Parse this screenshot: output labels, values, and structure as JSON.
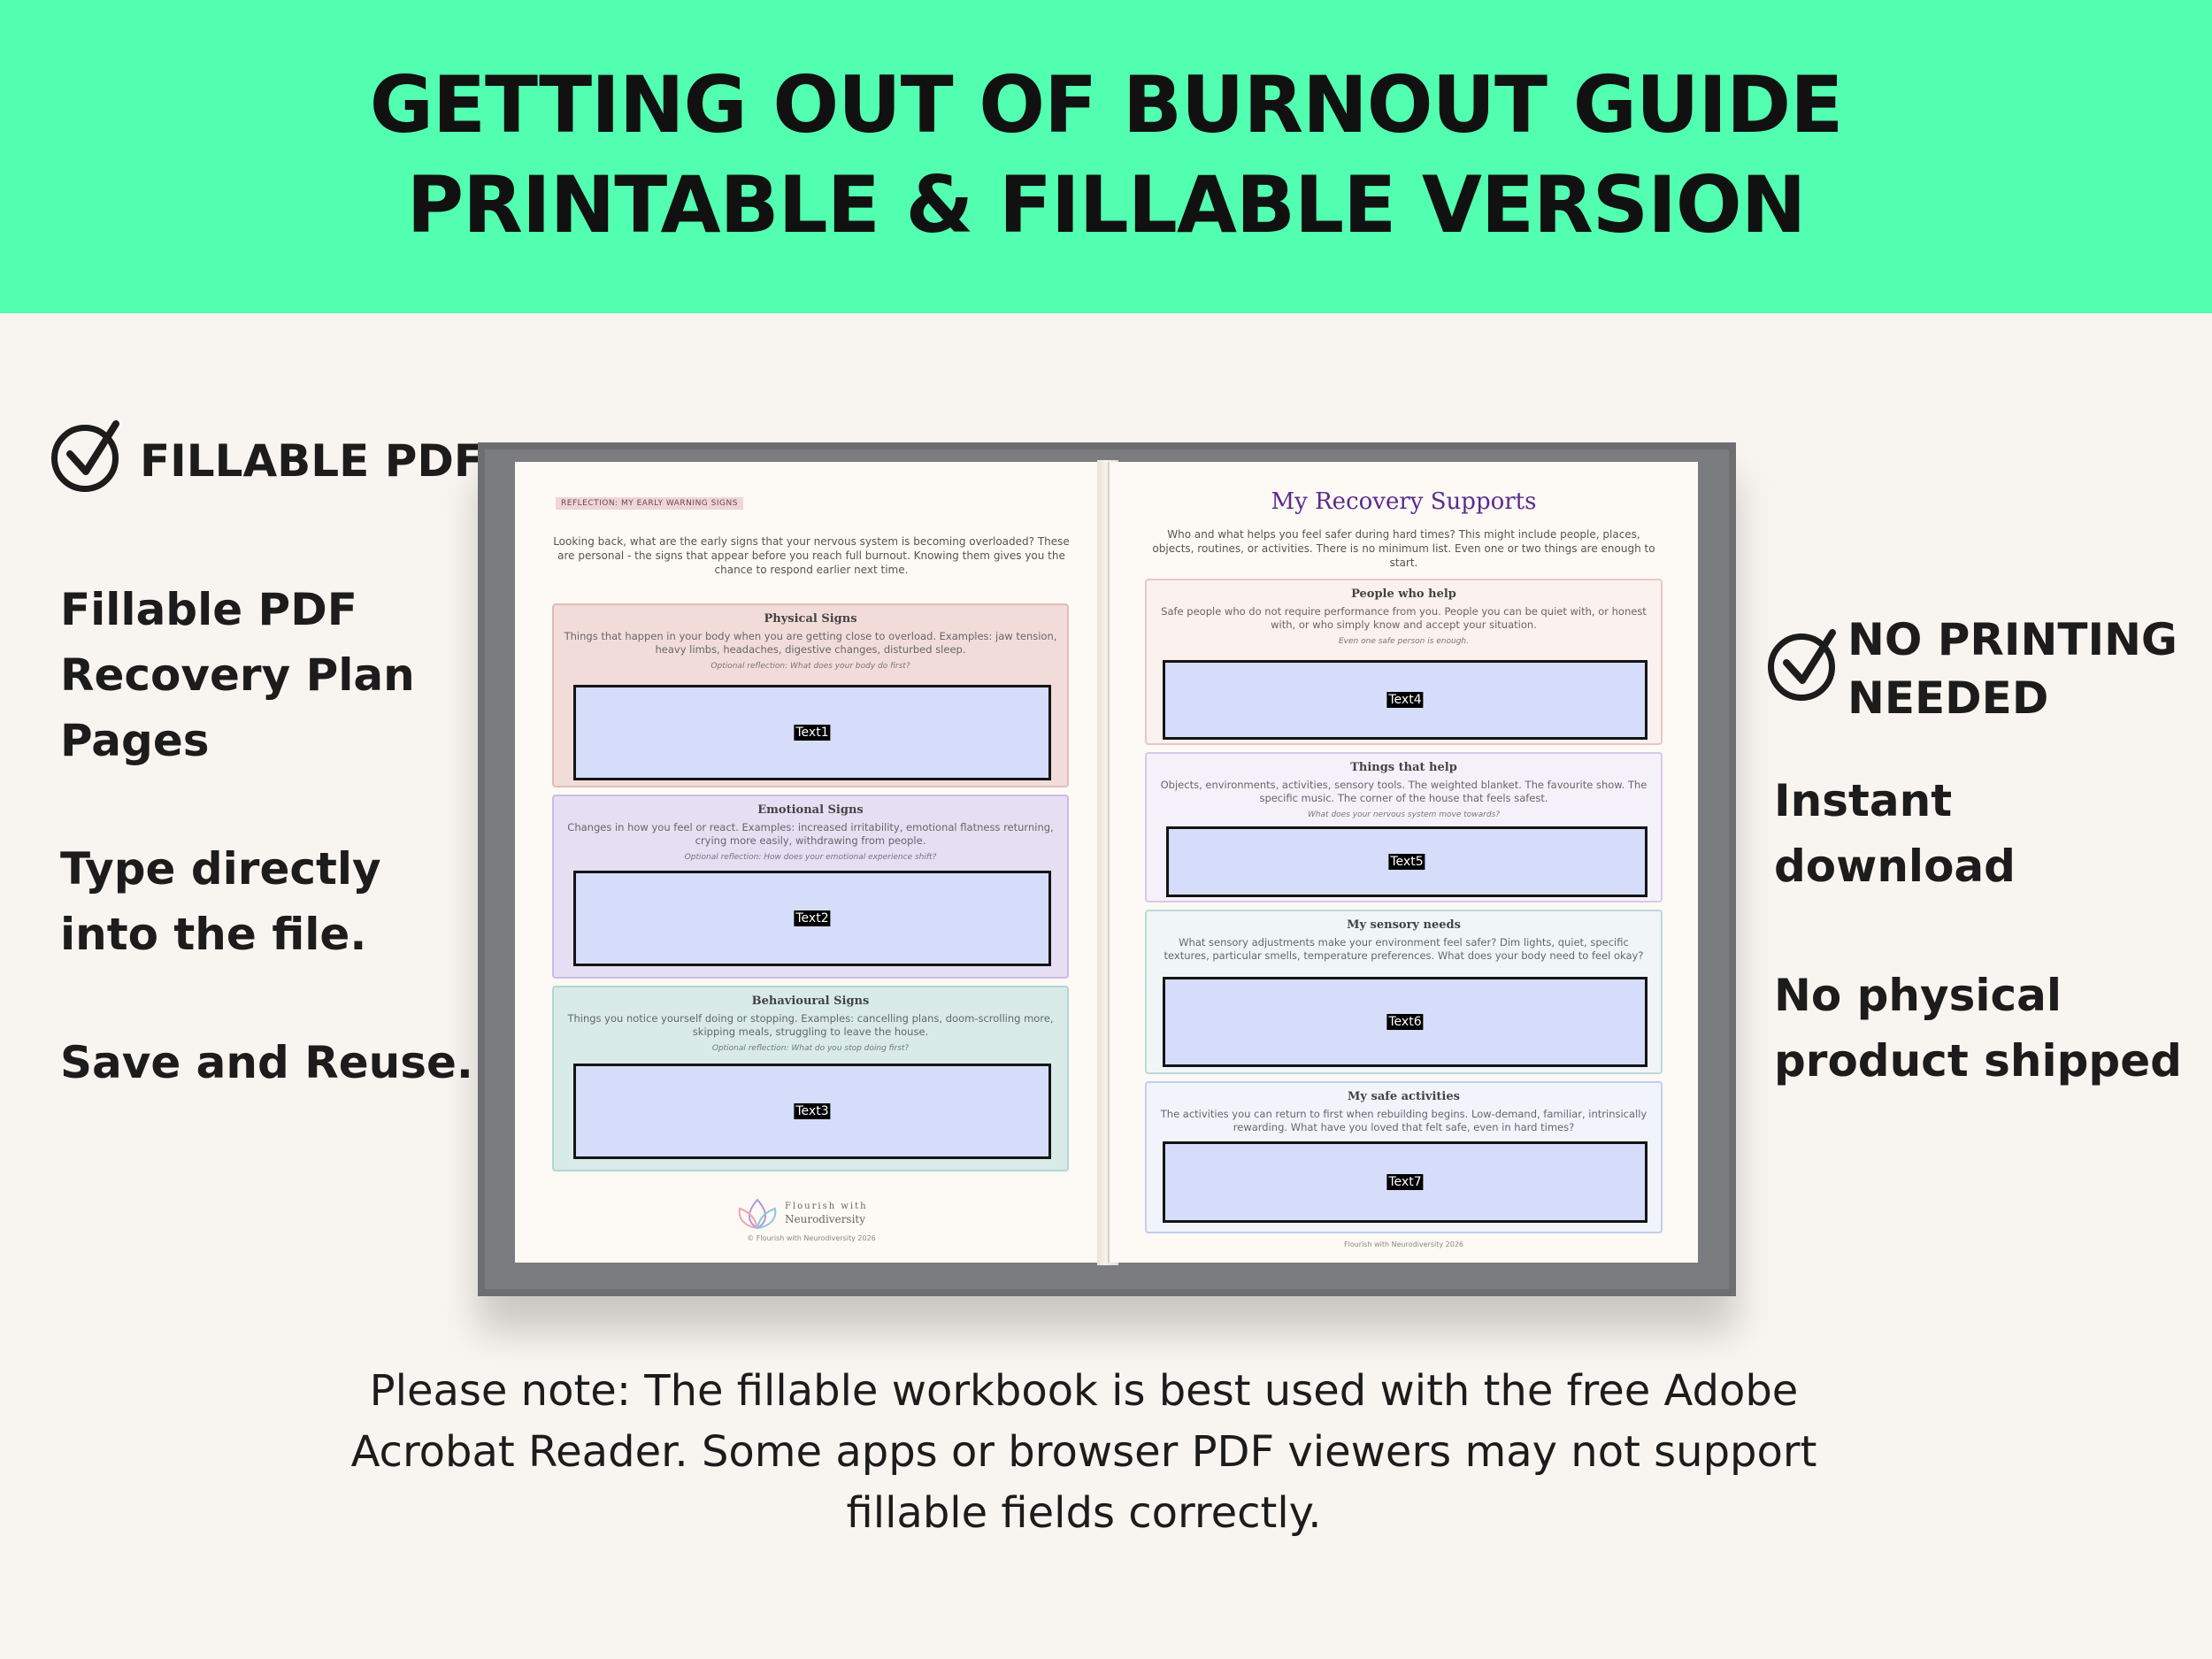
{
  "banner": {
    "line1": "GETTING OUT OF BURNOUT GUIDE",
    "line2": "PRINTABLE & FILLABLE VERSION"
  },
  "left": {
    "heading": "FILLABLE PDF",
    "items": [
      [
        "Fillable PDF",
        "Recovery Plan",
        "Pages"
      ],
      [
        "Type directly",
        "into the file."
      ],
      [
        "Save and Reuse."
      ]
    ]
  },
  "right": {
    "heading": [
      "NO PRINTING",
      "NEEDED"
    ],
    "items": [
      [
        "Instant",
        "download"
      ],
      [
        "No physical",
        "product shipped"
      ]
    ]
  },
  "note": [
    "Please note: The fillable workbook is best used with the free Adobe",
    "Acrobat Reader. Some apps or browser PDF viewers may not support",
    "fillable fields correctly."
  ],
  "left_page": {
    "tag": "REFLECTION: MY EARLY WARNING SIGNS",
    "intro": "Looking back, what are the early signs that your nervous system is becoming overloaded? These are personal - the signs that appear before you reach full burnout. Knowing them gives you the chance to respond earlier next time.",
    "sections": [
      {
        "title": "Physical Signs",
        "desc": "Things that happen in your body when you are getting close to overload. Examples: jaw tension, heavy limbs, headaches, digestive changes, disturbed sleep.",
        "question": "Optional reflection: What does your body do first?",
        "field": "Text1",
        "color": "#f2dcda",
        "border": "#e2bcbc"
      },
      {
        "title": "Emotional Signs",
        "desc": "Changes in how you feel or react. Examples: increased irritability, emotional flatness returning, crying more easily, withdrawing from people.",
        "question": "Optional reflection: How does your emotional experience shift?",
        "field": "Text2",
        "color": "#e6def3",
        "border": "#cbbde6"
      },
      {
        "title": "Behavioural Signs",
        "desc": "Things you notice yourself doing or stopping. Examples: cancelling plans, doom-scrolling more, skipping meals, struggling to leave the house.",
        "question": "Optional reflection: What do you stop doing first?",
        "field": "Text3",
        "color": "#d8ebe9",
        "border": "#b4d6d2"
      }
    ],
    "logo": [
      "Flourish with",
      "Neurodiversity"
    ],
    "footer": "© Flourish with Neurodiversity 2026"
  },
  "right_page": {
    "title": "My Recovery Supports",
    "intro": "Who and what helps you feel safer during hard times? This might include people, places, objects, routines, or activities. There is no minimum list. Even one or two things are enough to start.",
    "sections": [
      {
        "title": "People who help",
        "desc": "Safe people who do not require performance from you. People you can be quiet with, or honest with, or who simply know and accept your situation.",
        "question": "Even one safe person is enough.",
        "field": "Text4",
        "color": "#fbf1ef",
        "border": "#ecc6c4"
      },
      {
        "title": "Things that help",
        "desc": "Objects, environments, activities, sensory tools. The weighted blanket. The favourite show. The specific music. The corner of the house that feels safest.",
        "question": "What does your nervous system move towards?",
        "field": "Text5",
        "color": "#f5f1fa",
        "border": "#d6c9ec"
      },
      {
        "title": "My sensory needs",
        "desc": "What sensory adjustments make your environment feel safer? Dim lights, quiet, specific textures, particular smells, temperature preferences. What does your body need to feel okay?",
        "question": "",
        "field": "Text6",
        "color": "#f0f6f7",
        "border": "#bcdadb"
      },
      {
        "title": "My safe activities",
        "desc": "The activities you can return to first when rebuilding begins. Low-demand, familiar, intrinsically rewarding. What have you loved that felt safe, even in hard times?",
        "question": "",
        "field": "Text7",
        "color": "#f2f4fc",
        "border": "#c2cdef"
      }
    ],
    "footer": "Flourish with Neurodiversity 2026"
  },
  "colors": {
    "banner": "#52ffb0",
    "background": "#f8f5f0",
    "field": "#d6ddfb",
    "title_purple": "#5b2b8f"
  }
}
